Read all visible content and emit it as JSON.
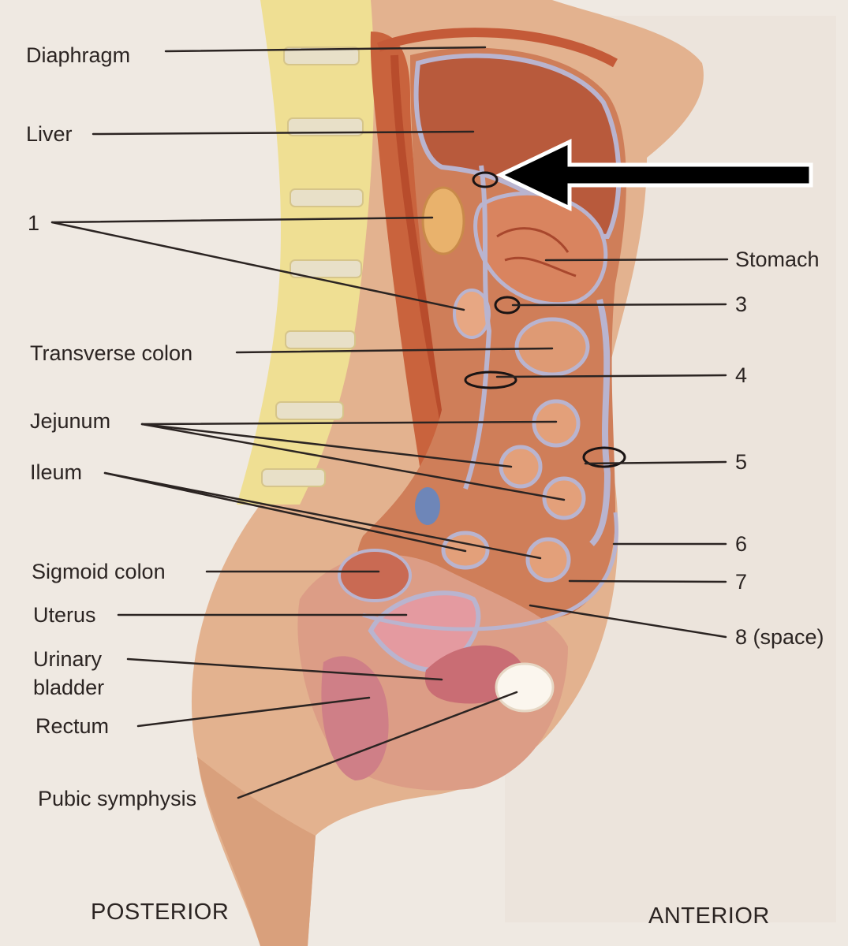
{
  "labels": {
    "diaphragm": "Diaphragm",
    "liver": "Liver",
    "n1": "1",
    "stomach": "Stomach",
    "n3": "3",
    "transverse_colon": "Transverse colon",
    "n4": "4",
    "jejunum": "Jejunum",
    "n5": "5",
    "ileum": "Ileum",
    "n6": "6",
    "sigmoid_colon": "Sigmoid colon",
    "n7": "7",
    "uterus": "Uterus",
    "n8": "8 (space)",
    "urinary_bladder_1": "Urinary",
    "urinary_bladder_2": "bladder",
    "rectum": "Rectum",
    "pubic_symphysis": "Pubic symphysis"
  },
  "orientation": {
    "posterior": "POSTERIOR",
    "anterior": "ANTERIOR"
  },
  "colors": {
    "background": "#efe9e2",
    "skin": "#e3b28f",
    "muscle": "#c9633d",
    "organ": "#d98e6d",
    "peritoneum": "#b9b4cf",
    "spine": "#efdf93",
    "line": "#2b2422"
  },
  "arrow": {
    "direction": "left",
    "fill": "#000000",
    "outline": "#ffffff"
  }
}
